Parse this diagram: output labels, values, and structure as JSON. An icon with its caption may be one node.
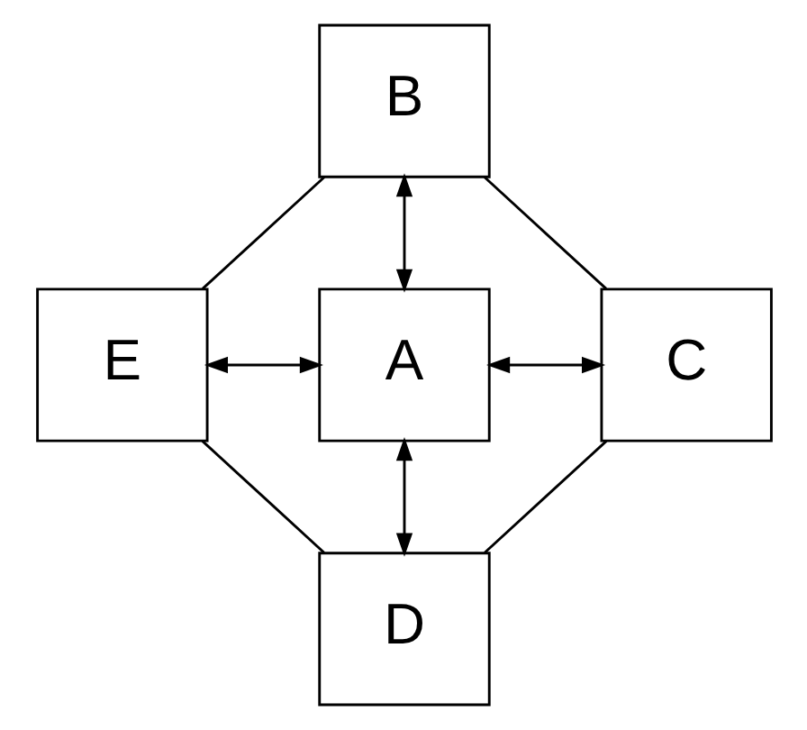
{
  "diagram": {
    "nodes": [
      {
        "text": [
          "B"
        ]
      },
      {
        "text": [
          "E"
        ]
      },
      {
        "text": [
          "A"
        ]
      },
      {
        "text": [
          "C"
        ]
      },
      {
        "text": [
          "D"
        ]
      }
    ],
    "edges": [
      {
        "from": 0,
        "to": 2,
        "arrow": "both"
      },
      {
        "from": 1,
        "to": 2,
        "arrow": "both"
      },
      {
        "from": 2,
        "to": 3,
        "arrow": "both"
      },
      {
        "from": 2,
        "to": 4,
        "arrow": "both"
      },
      {
        "from": 0,
        "to": 3,
        "arrow": "none"
      },
      {
        "from": 3,
        "to": 4,
        "arrow": "none"
      },
      {
        "from": 4,
        "to": 1,
        "arrow": "none"
      },
      {
        "from": 1,
        "to": 0,
        "arrow": "none"
      }
    ]
  }
}
